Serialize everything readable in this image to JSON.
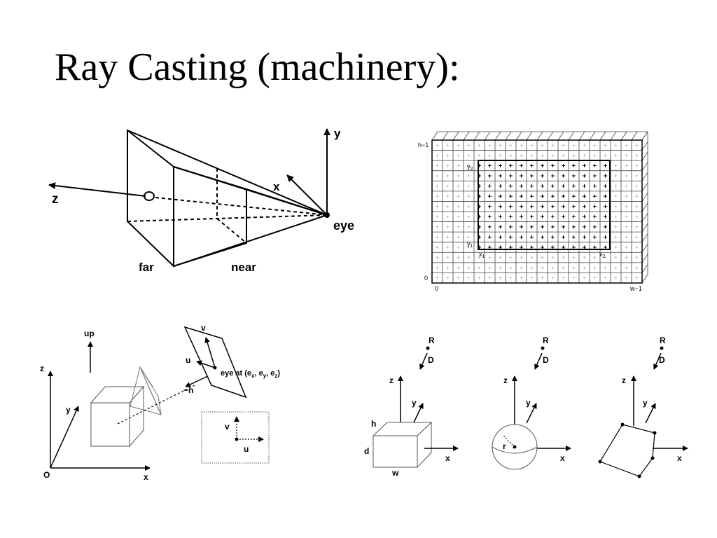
{
  "title": "Ray Casting (machinery):",
  "frustum": {
    "z": "z",
    "x": "x",
    "y": "y",
    "eye": "eye",
    "far": "far",
    "near": "near"
  },
  "grid": {
    "h_top": "h−1",
    "y2": "y",
    "y2_sub": "2",
    "y1": "y",
    "y1_sub": "1",
    "zero_left": "0",
    "zero_bottom": "0",
    "x1": "x",
    "x1_sub": "1",
    "x2": "x",
    "x2_sub": "2",
    "w1": "w−1"
  },
  "camera": {
    "up": "up",
    "v": "v",
    "u": "u",
    "n": "−n",
    "eye_at": "eye at (e",
    "ex_sub": "x",
    "ey_pre": ", e",
    "ey_sub": "y",
    "ez_pre": ", e",
    "ez_sub": "z",
    "eye_close": ")",
    "z": "z",
    "y": "y",
    "x": "x",
    "o": "O",
    "inset_v": "v",
    "inset_u": "u"
  },
  "shapes": {
    "box": {
      "R": "R",
      "D": "D",
      "z": "z",
      "y": "y",
      "x": "x",
      "h": "h",
      "d": "d",
      "w": "w"
    },
    "sphere": {
      "R": "R",
      "D": "D",
      "z": "z",
      "y": "y",
      "x": "x",
      "r": "r"
    },
    "polygon": {
      "R": "R",
      "D": "D",
      "z": "z",
      "y": "y",
      "x": "x"
    }
  }
}
